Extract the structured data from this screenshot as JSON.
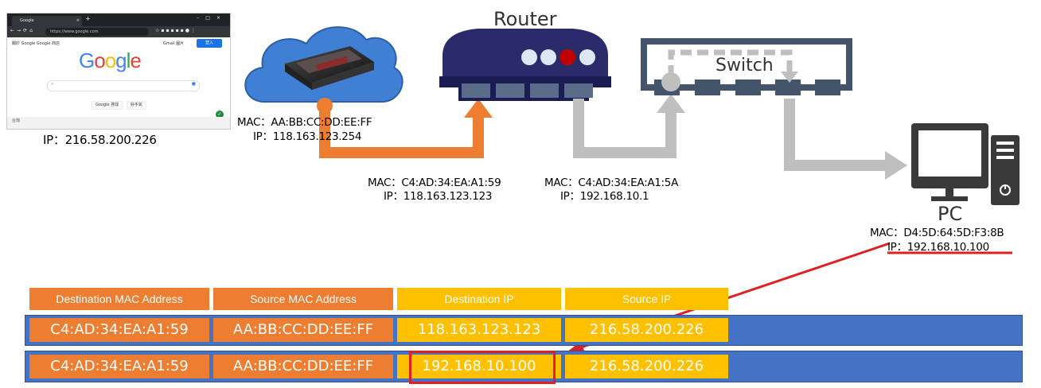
{
  "browser": {
    "tab_title": "Google",
    "url": "https://www.google.com",
    "top_links_left": "關於 Google   Google 商店",
    "top_links_right": "Gmail   圖片",
    "signin_label": "登入",
    "logo_text": "Google",
    "search_button": "Google 搜尋",
    "lucky_button": "好手氣",
    "footer_text": "台灣"
  },
  "server": {
    "ip": "IP：216.58.200.226"
  },
  "modem": {
    "mac": "MAC：AA:BB:CC:DD:EE:FF",
    "ip": "IP：118.163.123.254"
  },
  "router": {
    "label": "Router",
    "wan_mac": "MAC：C4:AD:34:EA:A1:59",
    "wan_ip": "IP：118.163.123.123",
    "lan_mac": "MAC：C4:AD:34:EA:A1:5A",
    "lan_ip": "IP：192.168.10.1"
  },
  "switch": {
    "label": "Switch"
  },
  "pc": {
    "label": "PC",
    "mac": "MAC：D4:5D:64:5D:F3:8B",
    "ip": "IP：192.168.10.100"
  },
  "table": {
    "headers": [
      "Destination MAC Address",
      "Source MAC Address",
      "Destination IP",
      "Source IP"
    ],
    "rows": [
      [
        "C4:AD:34:EA:A1:59",
        "AA:BB:CC:DD:EE:FF",
        "118.163.123.123",
        "216.58.200.226"
      ],
      [
        "C4:AD:34:EA:A1:59",
        "AA:BB:CC:DD:EE:FF",
        "192.168.10.100",
        "216.58.200.226"
      ]
    ]
  },
  "colors": {
    "orange": "#ed7d31",
    "gold": "#ffc000",
    "row_blue": "#4472c4",
    "router_navy": "#2e2e6e",
    "arrow_gray": "#bfbfbf",
    "highlight_red": "#e02020"
  }
}
